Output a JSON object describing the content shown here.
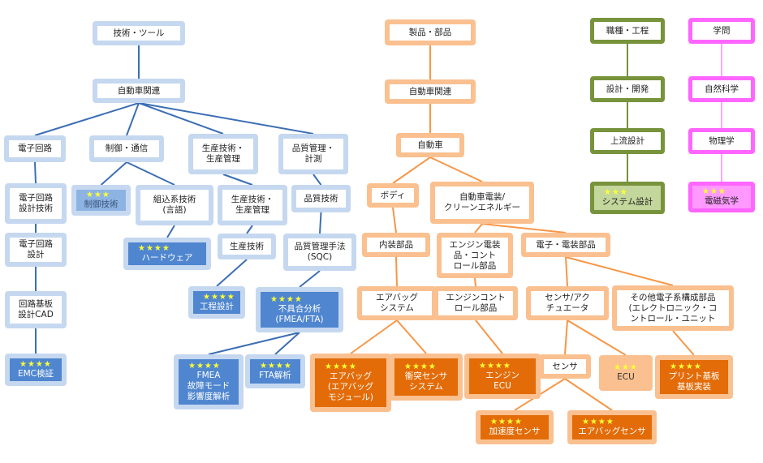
{
  "title": "技術・製品・職種・学問 スキルマップ",
  "colors": {
    "blue_line": "#3c6eb4",
    "orange_line": "#f79646",
    "green_line": "#77933c",
    "pink_line": "#ff88ff",
    "star": "#ffff33"
  },
  "trees": [
    {
      "id": "tech",
      "theme": "blue",
      "nodes": [
        {
          "id": "b_root",
          "label": "技術・ツール"
        },
        {
          "id": "b_auto",
          "label": "自動車関連",
          "parent": "b_root"
        },
        {
          "id": "b_elec",
          "label": "電子回路",
          "parent": "b_auto"
        },
        {
          "id": "b_ctrl",
          "label": "制御・通信",
          "parent": "b_auto"
        },
        {
          "id": "b_prod",
          "label": "生産技術・\n生産管理",
          "parent": "b_auto"
        },
        {
          "id": "b_qual",
          "label": "品質管理・\n計測",
          "parent": "b_auto"
        },
        {
          "id": "b_elec_dt",
          "label": "電子回路\n設計技術",
          "parent": "b_elec"
        },
        {
          "id": "b_elec_d",
          "label": "電子回路\n設計",
          "parent": "b_elec_dt"
        },
        {
          "id": "b_cad",
          "label": "回路基板\n設計CAD",
          "parent": "b_elec_d"
        },
        {
          "id": "b_emc",
          "label": "EMC検証",
          "parent": "b_cad",
          "stars": 4,
          "fill": "dark"
        },
        {
          "id": "b_ctrltech",
          "label": "制御技術",
          "parent": "b_ctrl",
          "stars": 3,
          "fill": "mid"
        },
        {
          "id": "b_embed",
          "label": "組込系技術\n(言語)",
          "parent": "b_ctrl"
        },
        {
          "id": "b_hw",
          "label": "ハードウェア",
          "parent": "b_embed",
          "stars": 4,
          "fill": "dark"
        },
        {
          "id": "b_prod2",
          "label": "生産技術・\n生産管理",
          "parent": "b_prod"
        },
        {
          "id": "b_prodtech",
          "label": "生産技術",
          "parent": "b_prod2"
        },
        {
          "id": "b_process",
          "label": "工程設計",
          "parent": "b_prodtech",
          "stars": 4,
          "fill": "dark"
        },
        {
          "id": "b_qtech",
          "label": "品質技術",
          "parent": "b_qual"
        },
        {
          "id": "b_sqc",
          "label": "品質管理手法\n(SQC)",
          "parent": "b_qtech"
        },
        {
          "id": "b_fail",
          "label": "不具合分析\n(FMEA/FTA)",
          "parent": "b_sqc",
          "stars": 4,
          "fill": "dark"
        },
        {
          "id": "b_fmea",
          "label": "FMEA\n故障モード\n影響度解析",
          "parent": "b_fail",
          "stars": 4,
          "fill": "dark"
        },
        {
          "id": "b_fta",
          "label": "FTA解析",
          "parent": "b_fail",
          "stars": 4,
          "fill": "dark"
        }
      ]
    },
    {
      "id": "product",
      "theme": "orange",
      "nodes": [
        {
          "id": "o_root",
          "label": "製品・部品"
        },
        {
          "id": "o_auto",
          "label": "自動車関連",
          "parent": "o_root"
        },
        {
          "id": "o_car",
          "label": "自動車",
          "parent": "o_auto"
        },
        {
          "id": "o_body",
          "label": "ボディ",
          "parent": "o_car"
        },
        {
          "id": "o_elecclean",
          "label": "自動車電装/\nクリーンエネルギー",
          "parent": "o_car"
        },
        {
          "id": "o_interior",
          "label": "内装部品",
          "parent": "o_body"
        },
        {
          "id": "o_engelec",
          "label": "エンジン電装\n品・コント\nロール部品",
          "parent": "o_elecclean"
        },
        {
          "id": "o_elecparts",
          "label": "電子・電装部品",
          "parent": "o_elecclean"
        },
        {
          "id": "o_airbagsys",
          "label": "エアバッグ\nシステム",
          "parent": "o_interior"
        },
        {
          "id": "o_engctrl",
          "label": "エンジンコント\nロール部品",
          "parent": "o_engelec"
        },
        {
          "id": "o_sensact",
          "label": "センサ/アク\nチュエータ",
          "parent": "o_elecparts"
        },
        {
          "id": "o_other",
          "label": "その他電子系構成部品\n(エレクトロニック・コ\nントロール・ユニット",
          "parent": "o_elecparts"
        },
        {
          "id": "o_airbag",
          "label": "エアバッグ\n(エアバッグ\nモジュール)",
          "parent": "o_airbagsys",
          "stars": 4,
          "fill": "dark"
        },
        {
          "id": "o_crash",
          "label": "衝突センサ\nシステム",
          "parent": "o_airbagsys",
          "stars": 4,
          "fill": "dark"
        },
        {
          "id": "o_engecu",
          "label": "エンジン\nECU",
          "parent": "o_engctrl",
          "stars": 4,
          "fill": "dark"
        },
        {
          "id": "o_sensor",
          "label": "センサ",
          "parent": "o_sensact"
        },
        {
          "id": "o_ecu",
          "label": "ECU",
          "parent": "o_sensact",
          "stars": 3,
          "fill": "light"
        },
        {
          "id": "o_pcb",
          "label": "プリント基板\n基板実装",
          "parent": "o_other",
          "stars": 4,
          "fill": "dark"
        },
        {
          "id": "o_accel",
          "label": "加速度センサ",
          "parent": "o_sensor",
          "stars": 4,
          "fill": "dark"
        },
        {
          "id": "o_abs",
          "label": "エアバッグセンサ",
          "parent": "o_sensor",
          "stars": 4,
          "fill": "dark"
        }
      ]
    },
    {
      "id": "job",
      "theme": "green",
      "nodes": [
        {
          "id": "g_root",
          "label": "職種・工程"
        },
        {
          "id": "g_dev",
          "label": "設計・開発",
          "parent": "g_root"
        },
        {
          "id": "g_up",
          "label": "上流設計",
          "parent": "g_dev"
        },
        {
          "id": "g_sys",
          "label": "システム設計",
          "parent": "g_up",
          "stars": 3,
          "fill": "light"
        }
      ]
    },
    {
      "id": "academic",
      "theme": "pink",
      "nodes": [
        {
          "id": "p_root",
          "label": "学問"
        },
        {
          "id": "p_nat",
          "label": "自然科学",
          "parent": "p_root"
        },
        {
          "id": "p_phys",
          "label": "物理学",
          "parent": "p_nat"
        },
        {
          "id": "p_em",
          "label": "電磁気学",
          "parent": "p_phys",
          "stars": 3,
          "fill": "light"
        }
      ]
    }
  ]
}
